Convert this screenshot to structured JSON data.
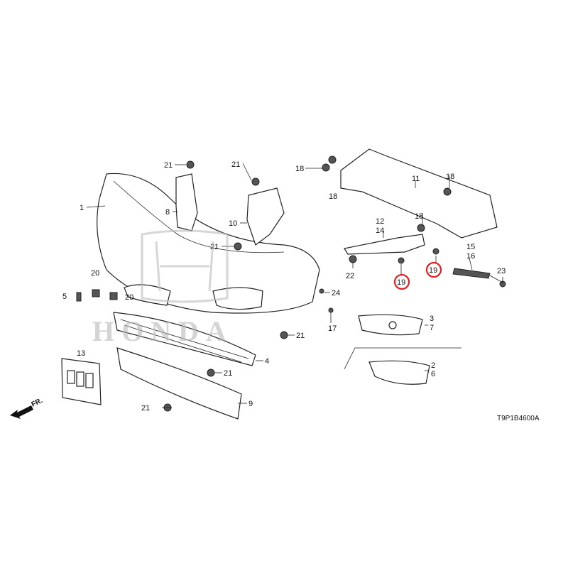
{
  "diagram": {
    "watermark": "HONDA",
    "diagram_code": "T9P1B4600A",
    "direction_label": "FR.",
    "callouts": {
      "c1": "1",
      "c2": "2",
      "c3": "3",
      "c4": "4",
      "c5": "5",
      "c6": "6",
      "c7": "7",
      "c8": "8",
      "c9": "9",
      "c10": "10",
      "c11": "11",
      "c12": "12",
      "c13": "13",
      "c14": "14",
      "c15": "15",
      "c16": "16",
      "c17": "17",
      "c18a": "18",
      "c18b": "18",
      "c18c": "18",
      "c18d": "18",
      "c19a": "19",
      "c19b": "19",
      "c20a": "20",
      "c20b": "20",
      "c21a": "21",
      "c21b": "21",
      "c21c": "21",
      "c21d": "21",
      "c21e": "21",
      "c21f": "21",
      "c22": "22",
      "c23": "23",
      "c24": "24"
    },
    "highlight_color": "#e02020"
  }
}
